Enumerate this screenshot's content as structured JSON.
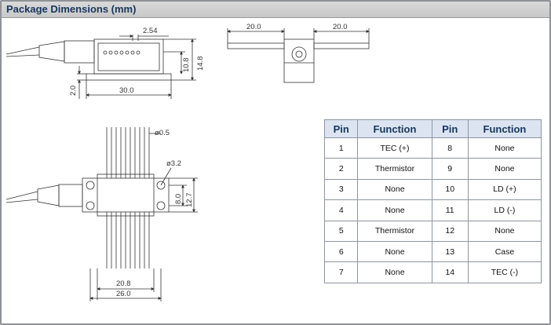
{
  "header": {
    "title": "Package Dimensions (mm)"
  },
  "dimensions": {
    "pin_pitch": "2.54",
    "height_outer": "14.8",
    "height_inner": "10.8",
    "base_thickness": "2.0",
    "body_length": "30.0",
    "tab_left": "20.0",
    "tab_right": "20.0",
    "pin_diameter": "ø0.5",
    "hole_diameter": "ø3.2",
    "hole_spacing": "8.0",
    "body_width": "12.7",
    "pin_span": "20.8",
    "base_width": "26.0"
  },
  "pin_table": {
    "headers": [
      "Pin",
      "Function",
      "Pin",
      "Function"
    ],
    "rows": [
      [
        "1",
        "TEC (+)",
        "8",
        "None"
      ],
      [
        "2",
        "Thermistor",
        "9",
        "None"
      ],
      [
        "3",
        "None",
        "10",
        "LD (+)"
      ],
      [
        "4",
        "None",
        "11",
        "LD (-)"
      ],
      [
        "5",
        "Thermistor",
        "12",
        "None"
      ],
      [
        "6",
        "None",
        "13",
        "Case"
      ],
      [
        "7",
        "None",
        "14",
        "TEC (-)"
      ]
    ]
  }
}
